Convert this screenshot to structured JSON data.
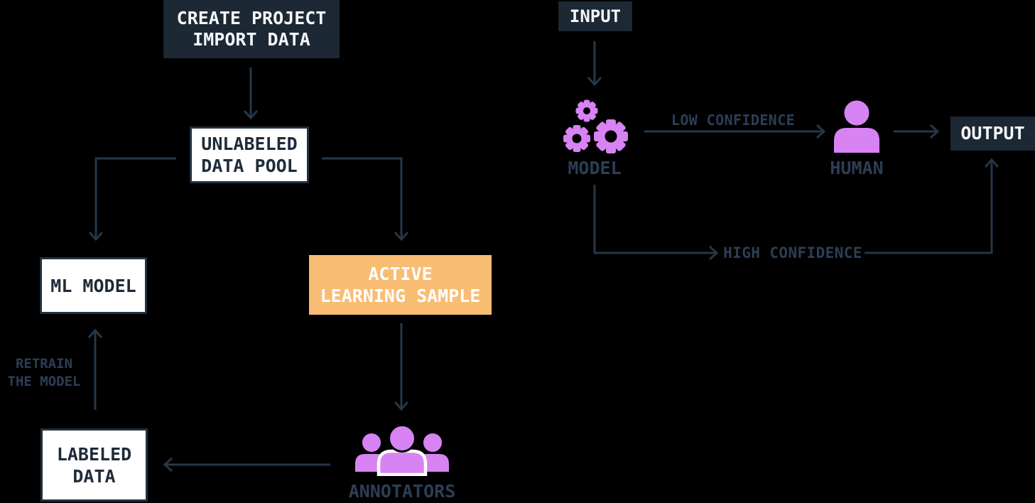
{
  "left_flow": {
    "create_project": "CREATE PROJECT\nIMPORT DATA",
    "unlabeled_pool": "UNLABELED\nDATA POOL",
    "ml_model": "ML MODEL",
    "active_learning_sample": "ACTIVE\nLEARNING SAMPLE",
    "annotators": "ANNOTATORS",
    "labeled_data": "LABELED\nDATA",
    "retrain_label": "RETRAIN\nTHE MODEL"
  },
  "right_flow": {
    "input": "INPUT",
    "model": "MODEL",
    "low_confidence": "LOW CONFIDENCE",
    "human": "HUMAN",
    "output": "OUTPUT",
    "high_confidence": "HIGH CONFIDENCE"
  },
  "icons": {
    "model": "gears-icon",
    "human": "person-icon",
    "annotators": "people-icon"
  },
  "colors": {
    "background": "#000000",
    "dark_box": "#1c2833",
    "line": "#263749",
    "annotation_text": "#2c3e54",
    "orange_box": "#f8bd72",
    "icon_purple": "#d783f3",
    "white": "#ffffff"
  }
}
